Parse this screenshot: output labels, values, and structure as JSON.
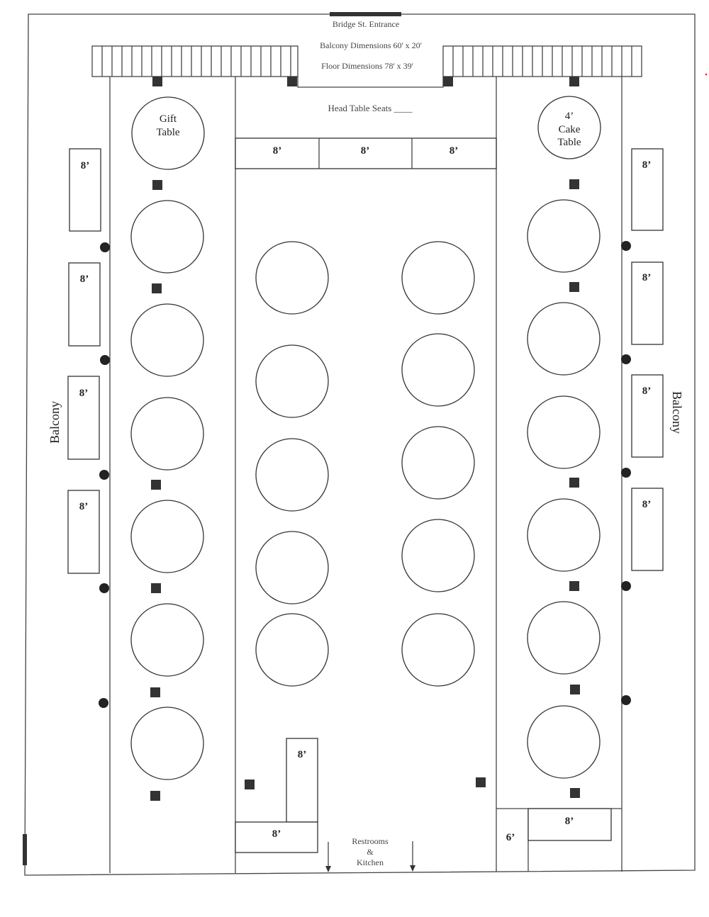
{
  "header": {
    "entrance": "Bridge St. Entrance",
    "balcony_dimensions": "Balcony Dimensions 60' x 20'",
    "floor_dimensions": "Floor Dimensions 78' x 39'",
    "head_table_seats": "Head Table Seats ____"
  },
  "head_table": [
    "8’",
    "8’",
    "8’"
  ],
  "gift_table": {
    "line1": "Gift",
    "line2": "Table"
  },
  "cake_table": {
    "line1": "4’",
    "line2": "Cake",
    "line3": "Table"
  },
  "balcony_left": {
    "label": "Balcony",
    "tables": [
      "8’",
      "8’",
      "8’",
      "8’"
    ]
  },
  "balcony_right": {
    "label": "Balcony",
    "tables": [
      "8’",
      "8’",
      "8’",
      "8’"
    ]
  },
  "bottom_left_tables": [
    "8’",
    "8’"
  ],
  "bottom_right_tables": [
    "6’",
    "8’"
  ],
  "restrooms": {
    "line1": "Restrooms",
    "line2": "&",
    "line3": "Kitchen"
  },
  "colors": {
    "line": "#444444",
    "fill": "#333333"
  }
}
